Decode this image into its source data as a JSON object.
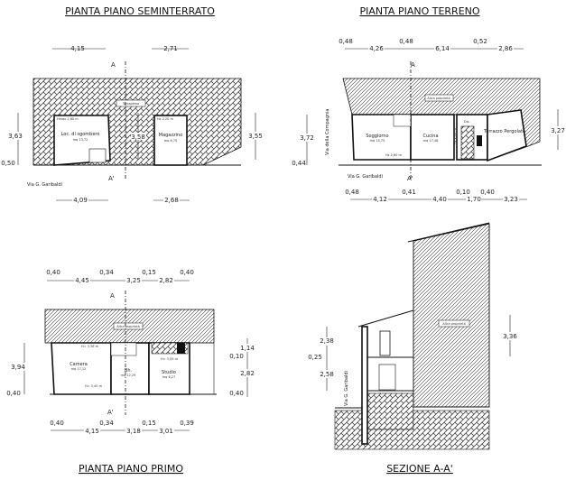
{
  "titles": {
    "seminterrato": "PIANTA PIANO SEMINTERRATO",
    "terreno": "PIANTA PIANO TERRENO",
    "primo": "PIANTA PIANO PRIMO",
    "sezione": "SEZIONE A-A'"
  },
  "section_marks": {
    "a": "A",
    "a_prime": "A'"
  },
  "seminterrato": {
    "dims_top": [
      "4,15",
      "2,71"
    ],
    "dims_bottom": [
      "4,09",
      "2,68"
    ],
    "dims_left": [
      "3,63",
      "0,50"
    ],
    "dims_right": [
      "3,55"
    ],
    "inner_dim": "3,58",
    "terrapieno": "Terrapieno",
    "street": "Via G. Garibaldi",
    "rooms": [
      {
        "name": "Loc. di sgombero",
        "area": "mq 13,72",
        "height": "Hmax 2,60 m"
      },
      {
        "name": "Magazzino",
        "area": "mq 6,75",
        "height": "Hz 2,20 m"
      }
    ]
  },
  "terreno": {
    "dims_top": [
      "0,48",
      "4,26",
      "0,48",
      "6,14",
      "0,52",
      "2,86"
    ],
    "dims_bottom": [
      "0,48",
      "4,12",
      "0,41",
      "4,40",
      "0,10",
      "1,70",
      "0,40",
      "3,23"
    ],
    "dims_left": [
      "3,72",
      "0,44"
    ],
    "dims_right": [
      "3,27"
    ],
    "altra": "Altra proprietà",
    "side_street": "Via della Compagnia",
    "street": "Via G. Garibaldi",
    "rooms": [
      {
        "name": "Soggiorno",
        "area": "mq 15,75",
        "height": "Hz 2,60 m"
      },
      {
        "name": "Cucina",
        "area": "mq 17,48",
        "height": "Hz 2,60 m"
      },
      {
        "name": "Terrazzo Pergolato"
      },
      {
        "name": "Dis."
      }
    ]
  },
  "primo": {
    "dims_top": [
      "0,40",
      "4,45",
      "0,34",
      "3,25",
      "0,15",
      "2,82",
      "0,40"
    ],
    "dims_bottom": [
      "0,40",
      "4,15",
      "0,34",
      "3,18",
      "0,15",
      "3,01",
      "0,39"
    ],
    "dims_left": [
      "3,94",
      "0,40"
    ],
    "dims_right": [
      "1,14",
      "0,10",
      "2,82",
      "0,40"
    ],
    "altra": "Altra proprietà",
    "rooms": [
      {
        "name": "Camera",
        "area": "mq 17,12",
        "height": "H= 3,40 m"
      },
      {
        "name": "Bh.",
        "area": "mq 12,29",
        "height": "H= 3,36 m"
      },
      {
        "name": "Studio",
        "area": "mq 6,27",
        "height": "H= 3,09 m"
      }
    ]
  },
  "sezione": {
    "dims_left": [
      "2,38",
      "0,25",
      "2,58"
    ],
    "dims_right": [
      "3,36"
    ],
    "altra": "Altra proprietà",
    "street": "Via G. Garibaldi"
  }
}
